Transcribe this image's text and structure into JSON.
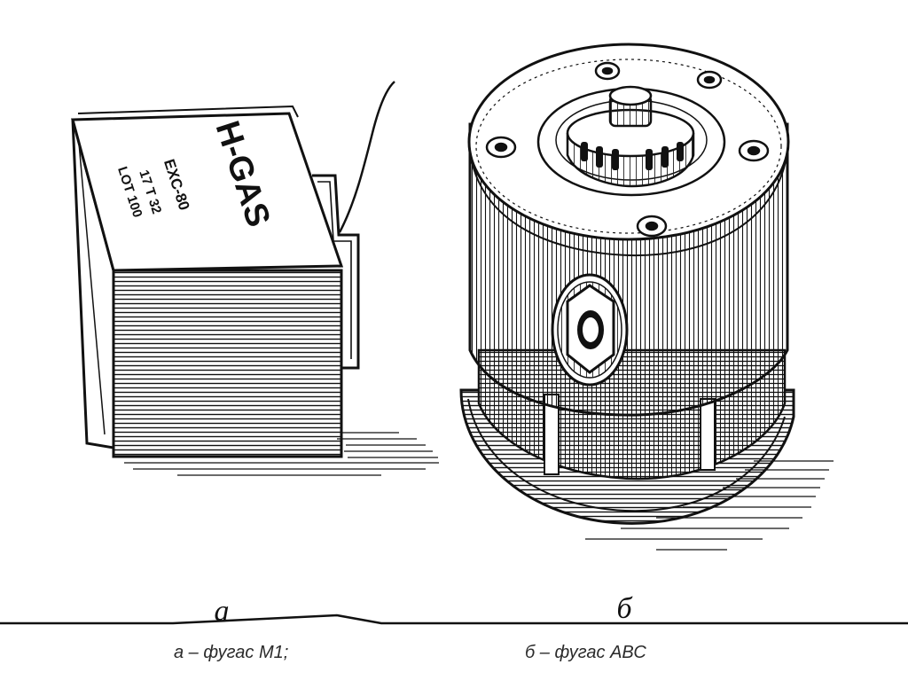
{
  "figure": {
    "device_m1": {
      "text_title": "H-GAS",
      "text_line1": "EXC-80",
      "text_line2": "17 T 32",
      "text_line3": "LOT 100"
    },
    "label_a": "a",
    "label_b": "б"
  },
  "captions": {
    "left": "а – фугас М1;",
    "right": "б – фугас АВС"
  }
}
